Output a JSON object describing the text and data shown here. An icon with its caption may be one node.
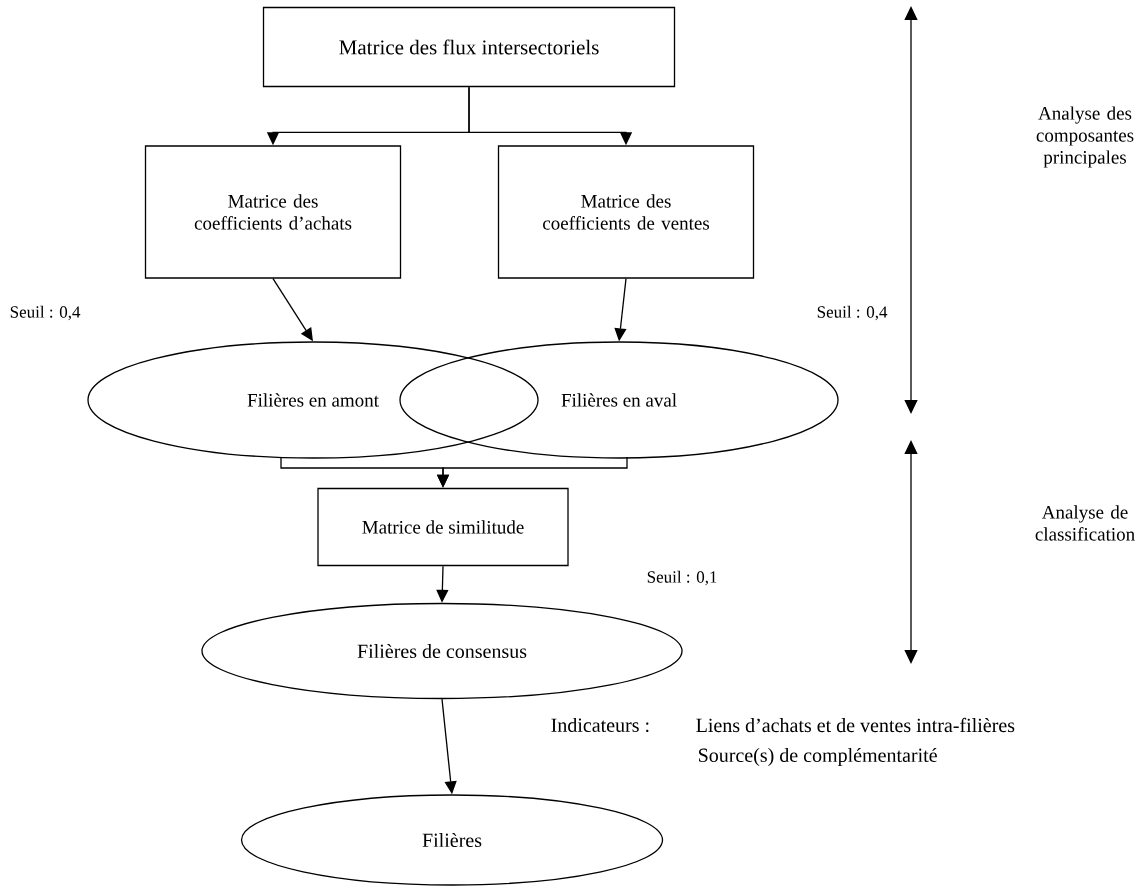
{
  "diagram": {
    "nodes": [
      {
        "text": [
          "Matrice des flux  intersectoriels"
        ]
      },
      {
        "text": [
          "Matrice des coefficients d’achats"
        ]
      },
      {
        "text": [
          "Matrice des coefficients de ventes"
        ]
      },
      {
        "text": [
          "Filières en amont"
        ]
      },
      {
        "text": [
          "Filières en aval"
        ]
      },
      {
        "text": [
          "Matrice de similitude"
        ]
      },
      {
        "text": [
          "Filières de consensus"
        ]
      },
      {
        "text": [
          "Filières"
        ]
      }
    ],
    "edges": [
      {
        "from": 0,
        "to": 1,
        "arrow": "to"
      },
      {
        "from": 0,
        "to": 2,
        "arrow": "to"
      },
      {
        "from": 1,
        "to": 3,
        "arrow": "to"
      },
      {
        "from": 2,
        "to": 4,
        "arrow": "to"
      },
      {
        "from": 3,
        "to": 5,
        "arrow": "to"
      },
      {
        "from": 4,
        "to": 5,
        "arrow": "to"
      },
      {
        "from": 5,
        "to": 6,
        "arrow": "to"
      },
      {
        "from": 6,
        "to": 7,
        "arrow": "to"
      }
    ],
    "labels": [
      "Analyse des composantes principales",
      "Seuil : 0,4",
      "Seuil : 0,4",
      "Analyse de classification",
      "Seuil : 0,1",
      "Indicateurs :",
      "Liens d’achats et de ventes intra-filières",
      "Source(s) de complémentarité"
    ]
  }
}
